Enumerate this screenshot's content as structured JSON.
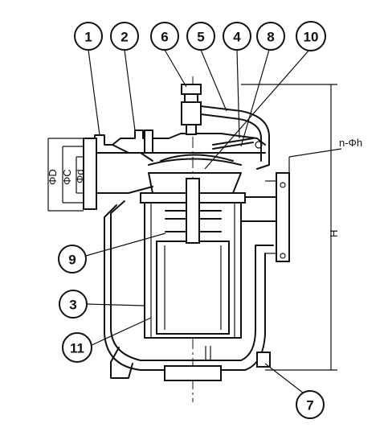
{
  "callouts": [
    {
      "label": "1"
    },
    {
      "label": "2"
    },
    {
      "label": "6"
    },
    {
      "label": "5"
    },
    {
      "label": "4"
    },
    {
      "label": "8"
    },
    {
      "label": "10"
    },
    {
      "label": "9"
    },
    {
      "label": "3"
    },
    {
      "label": "11"
    },
    {
      "label": "7"
    }
  ],
  "dimensions": {
    "outer_diameter": "ΦD",
    "bolt_circle": "ΦC",
    "inner_diameter": "Φd",
    "height": "H",
    "holes": "n-Φh"
  },
  "colors": {
    "line": "#111111",
    "background": "#ffffff"
  }
}
